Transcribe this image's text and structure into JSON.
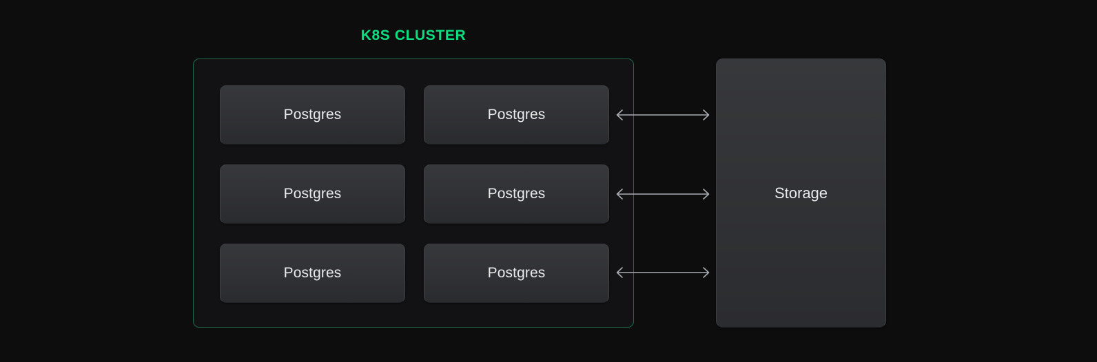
{
  "diagram": {
    "title": "K8S CLUSTER",
    "accent_color": "#0ddf81",
    "border_color": "#1d6b4b",
    "background_color": "#0d0d0e",
    "node_text_color": "#e9eaec",
    "arrow_color": "#a9adb3",
    "cluster": {
      "label": "K8S CLUSTER",
      "nodes": [
        {
          "label": "Postgres"
        },
        {
          "label": "Postgres"
        },
        {
          "label": "Postgres"
        },
        {
          "label": "Postgres"
        },
        {
          "label": "Postgres"
        },
        {
          "label": "Postgres"
        }
      ]
    },
    "storage": {
      "label": "Storage"
    },
    "connectors": [
      {
        "name": "storage-link-1",
        "direction": "bidirectional"
      },
      {
        "name": "storage-link-2",
        "direction": "bidirectional"
      },
      {
        "name": "storage-link-3",
        "direction": "bidirectional"
      }
    ]
  }
}
